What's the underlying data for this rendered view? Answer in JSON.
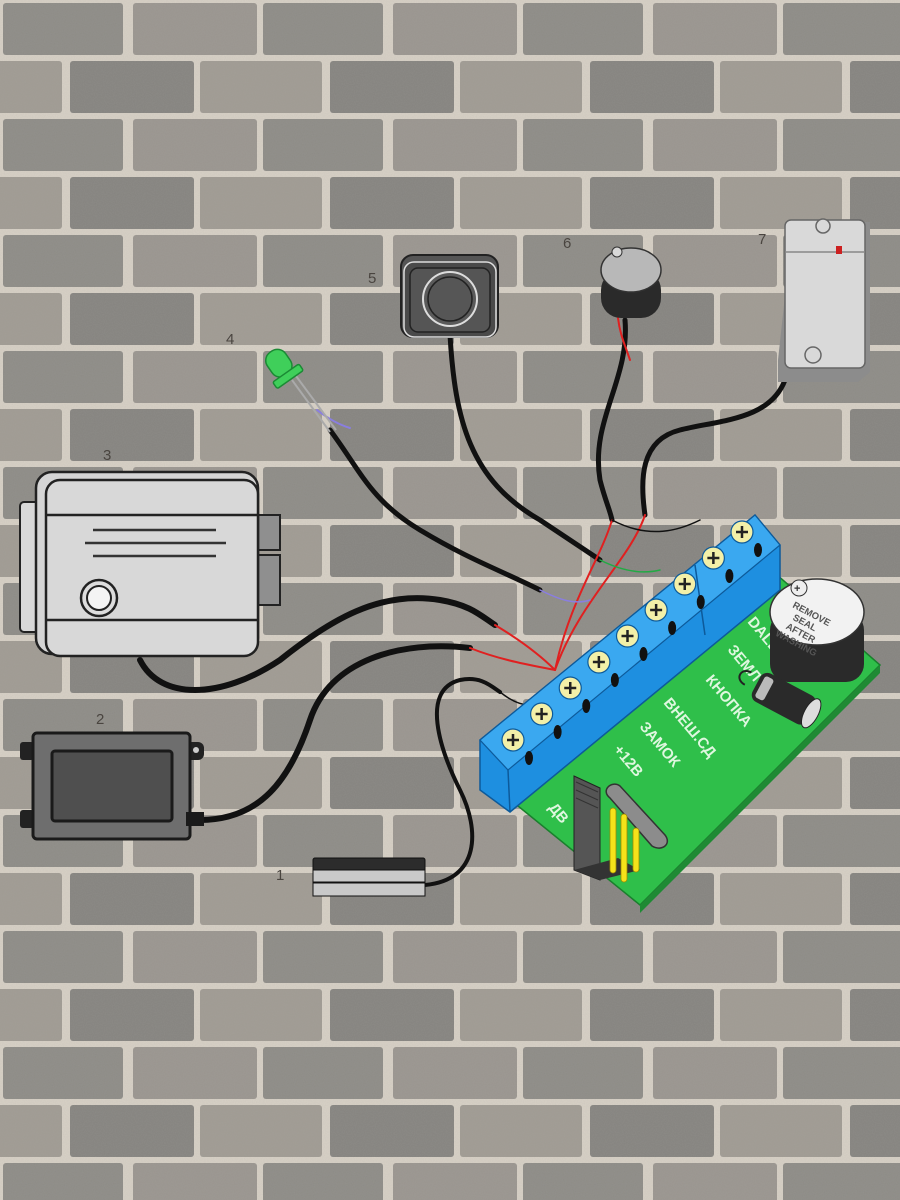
{
  "diagram": {
    "title": "Access controller wiring diagram",
    "components": [
      {
        "number": "1",
        "name": "Door reed switch"
      },
      {
        "number": "2",
        "name": "Power supply"
      },
      {
        "number": "3",
        "name": "Electromechanical lock"
      },
      {
        "number": "4",
        "name": "LED indicator"
      },
      {
        "number": "5",
        "name": "Exit button"
      },
      {
        "number": "6",
        "name": "Buzzer"
      },
      {
        "number": "7",
        "name": "Card reader"
      }
    ],
    "controller": {
      "terminal_count": 9,
      "labels": [
        "DALL",
        "ЗЕМЛ",
        "КНОПКА",
        "ВНЕШ.СД",
        "ЗАМОК",
        "+12В",
        "ДВ"
      ],
      "buzzer_text": [
        "REMOVE",
        "SEAL",
        "AFTER",
        "WASHING"
      ]
    },
    "colors": {
      "board": "#2fbf4a",
      "terminal_block": "#1e8fe0",
      "terminal_top": "#3aa8f0",
      "screw": "#f3f0a8",
      "wire_red": "#e02020",
      "wire_black": "#111111",
      "wire_green": "#22aa44",
      "wire_violet": "#8a7ee0",
      "led": "#3fcf5a",
      "jumper_pins": "#f5e21a"
    }
  }
}
